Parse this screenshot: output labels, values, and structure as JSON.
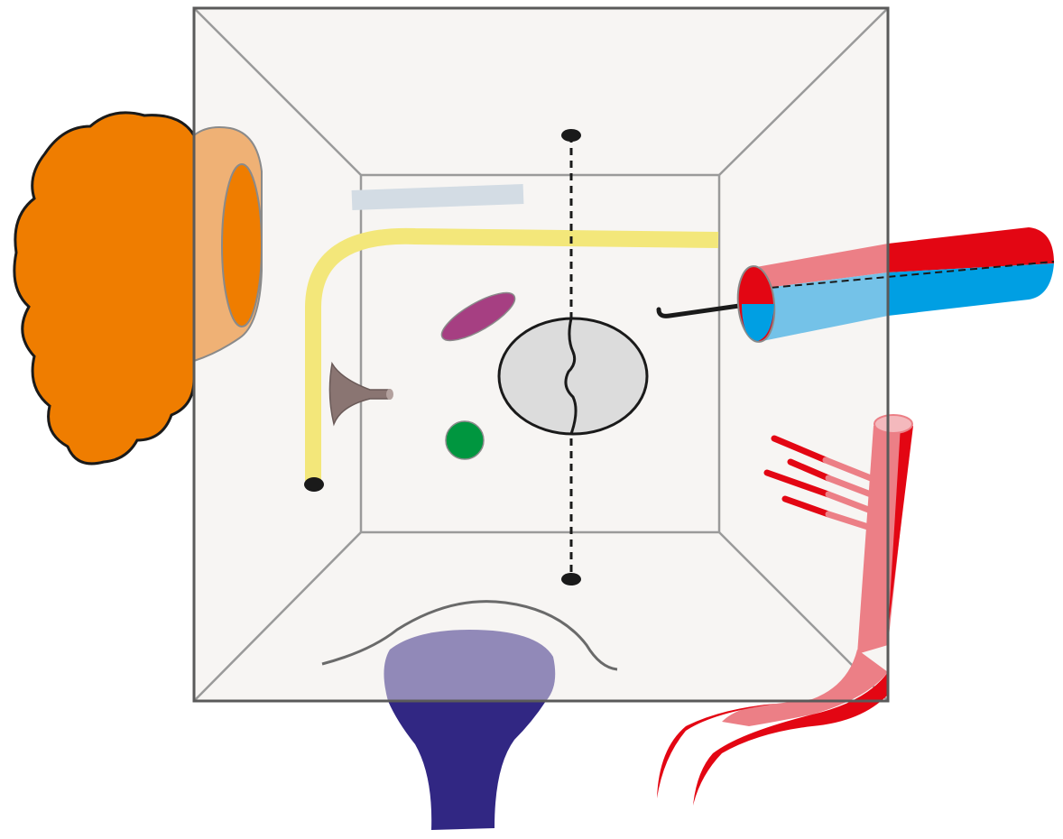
{
  "diagram": {
    "structures": [
      "organ-box",
      "orange-lobulated-mass",
      "yellow-duct",
      "pale-blue-duct",
      "purple-oval",
      "brown-funnel",
      "green-node",
      "grey-central-oval",
      "dashed-midline-axis",
      "red-blue-tube",
      "black-probe",
      "red-vessel-branches",
      "pink-red-vessel",
      "purple-flask-structure",
      "bottom-arc-line"
    ],
    "colors": {
      "box_fill": "#f7f5f3",
      "box_edge": "#5a5a5a",
      "inner_edge": "#9a9a9a",
      "orange": "#ef7d00",
      "orange_light": "#efb175",
      "yellow": "#f3e77a",
      "pale_blue": "#d3dce4",
      "magenta": "#a63f82",
      "brown": "#8a7572",
      "green": "#00963f",
      "grey_oval": "#dcdcdc",
      "black": "#1a1a1a",
      "red": "#e30613",
      "red_light": "#ec7f86",
      "blue": "#009fe3",
      "blue_light": "#74c2e8",
      "navy": "#312783",
      "navy_light": "#9189b8"
    }
  }
}
